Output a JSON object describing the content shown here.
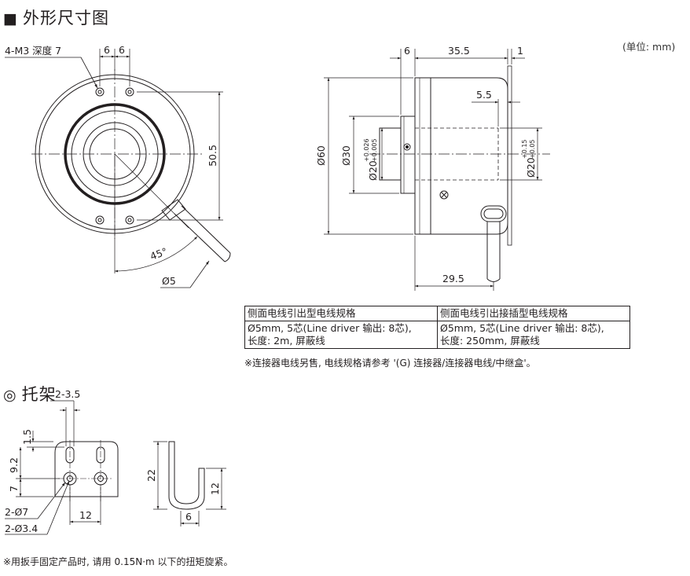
{
  "sections": {
    "dimensions": {
      "marker": "■",
      "title": "外形尺寸图"
    },
    "bracket": {
      "marker": "◎",
      "title": "托架"
    }
  },
  "unit_label": "(单位: mm)",
  "front_view": {
    "hole_note": "4-M3 深度 7",
    "pitch_a": "6",
    "pitch_b": "6",
    "height": "50.5",
    "angle": "45°",
    "cable_dia": "Ø5"
  },
  "side_view": {
    "top_a": "6",
    "top_b": "35.5",
    "top_c": "1",
    "step": "5.5",
    "dia_body": "Ø60",
    "dia_flange": "Ø30",
    "dia_shaft": "Ø20",
    "tol_upper": "+0.026",
    "tol_lower": "+0.005",
    "dia_bore": "Ø20",
    "bore_tol_upper": "+0.15",
    "bore_tol_lower": "+0.05",
    "bottom": "29.5"
  },
  "spec_table": {
    "headers": [
      "侧面电线引出型电线规格",
      "侧面电线引出接插型电线规格"
    ],
    "row1": [
      "Ø5mm, 5芯(Line driver 输出: 8芯),",
      "Ø5mm, 5芯(Line driver 输出: 8芯),"
    ],
    "row2": [
      "长度: 2m, 屏蔽线",
      "长度: 250mm, 屏蔽线"
    ]
  },
  "cable_note": "※连接器电线另售, 电线规格请参考 '(G) 连接器/连接器电线/中继盒'。",
  "bracket_view": {
    "slot_spec": "2-3.5",
    "dim_15": "1.5",
    "dim_92": "9.2",
    "dim_7": "7",
    "hole_a": "2-Ø7",
    "hole_b": "2-Ø3.4",
    "pitch": "12",
    "side_h": "22",
    "side_inner": "12",
    "side_w": "6"
  },
  "torque_note": "※用扳手固定产品时, 请用 0.15N·m 以下的扭矩旋紧。"
}
